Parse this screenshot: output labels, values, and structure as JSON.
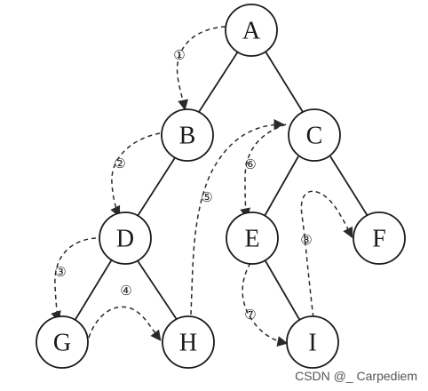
{
  "nodes": [
    "A",
    "B",
    "C",
    "D",
    "E",
    "F",
    "G",
    "H",
    "I"
  ],
  "traversal_steps": [
    "①",
    "②",
    "③",
    "④",
    "⑤",
    "⑥",
    "⑦",
    "⑧"
  ],
  "watermark": "CSDN @_ Carpediem",
  "colors": {
    "line": "#1f1f1f",
    "background": "#ffffff"
  }
}
